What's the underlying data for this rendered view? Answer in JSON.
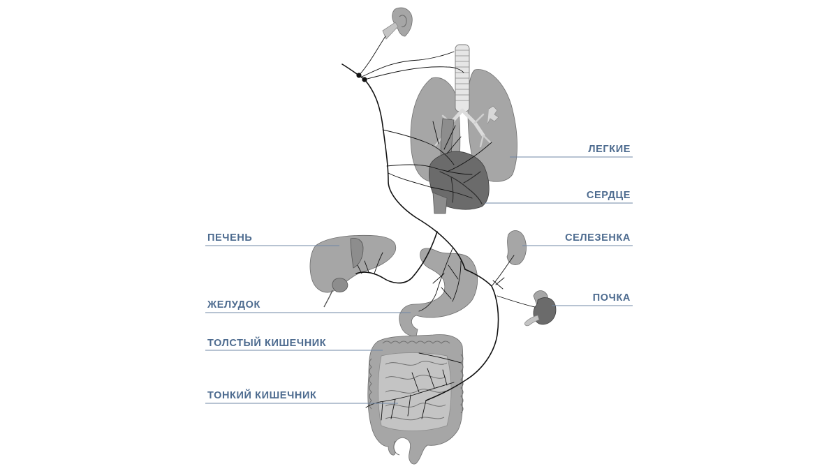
{
  "labels": {
    "lungs": "ЛЕГКИЕ",
    "heart": "СЕРДЦЕ",
    "liver": "ПЕЧЕНЬ",
    "spleen": "СЕЛЕЗЕНКА",
    "stomach": "ЖЕЛУДОК",
    "kidney": "ПОЧКА",
    "large_intestine": "ТОЛСТЫЙ КИШЕЧНИК",
    "small_intestine": "ТОНКИЙ КИШЕЧНИК"
  },
  "colors": {
    "label_text": "#4d6b8f",
    "leader_line": "#6f87a6",
    "nerve": "#111111",
    "organ_light": "#a6a6a6",
    "organ_dark": "#6b6b6b"
  },
  "icons": [
    "ear-icon",
    "ganglion-dot"
  ]
}
